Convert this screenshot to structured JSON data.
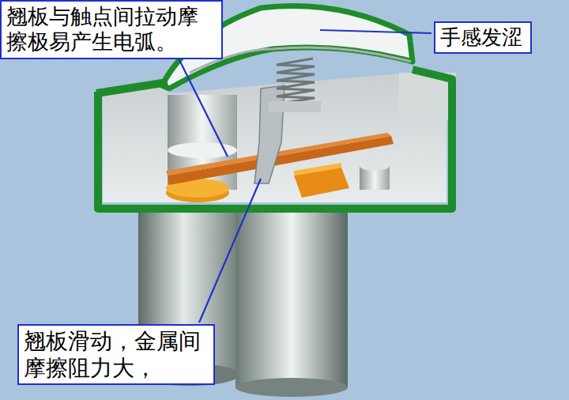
{
  "diagram": {
    "nodes": [
      {
        "text": [
          "翘板与触点间拉动摩擦极易产生电弧。"
        ]
      },
      {
        "text": [
          "手感发涩"
        ]
      },
      {
        "text": [
          "翘板滑动，金属间摩擦阻力大，"
        ]
      }
    ]
  }
}
